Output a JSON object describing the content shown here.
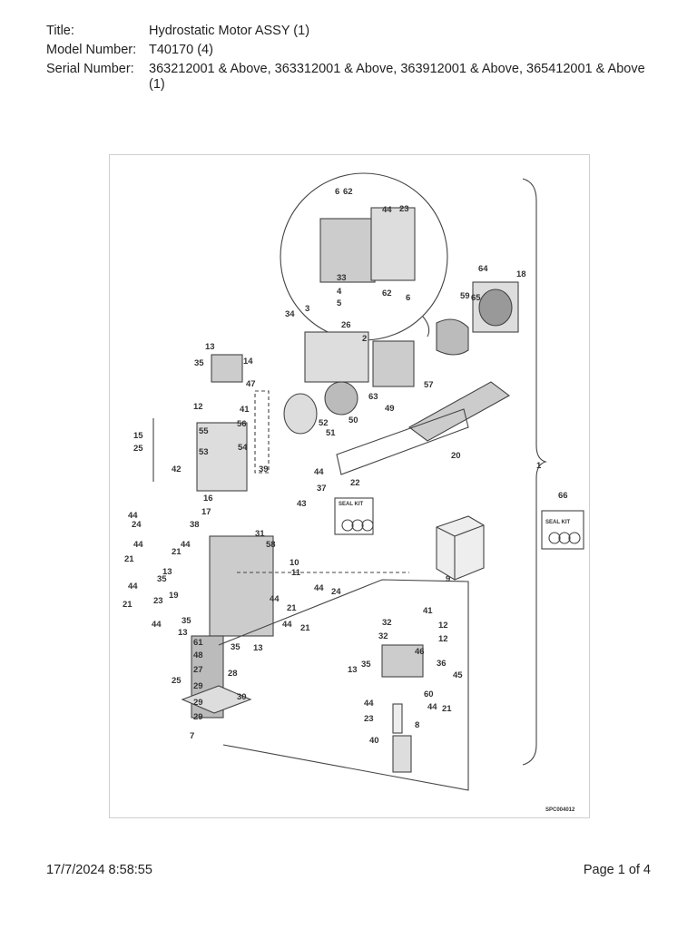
{
  "header": {
    "title_label": "Title:",
    "title_value": "Hydrostatic Motor ASSY (1)",
    "model_label": "Model Number:",
    "model_value": "T40170 (4)",
    "serial_label": "Serial Number:",
    "serial_value": "363212001 & Above, 363312001 & Above, 363912001 & Above, 365412001 & Above (1)"
  },
  "diagram": {
    "code": "SPC004012",
    "seal_kit_label": "SEAL KIT",
    "callouts": [
      "1",
      "2",
      "3",
      "4",
      "5",
      "6",
      "7",
      "8",
      "9",
      "10",
      "11",
      "12",
      "13",
      "14",
      "15",
      "16",
      "17",
      "18",
      "19",
      "20",
      "21",
      "22",
      "23",
      "24",
      "25",
      "26",
      "27",
      "28",
      "29",
      "30",
      "31",
      "32",
      "33",
      "34",
      "35",
      "36",
      "37",
      "38",
      "39",
      "40",
      "41",
      "42",
      "43",
      "44",
      "45",
      "46",
      "47",
      "50",
      "51",
      "52",
      "53",
      "54",
      "55",
      "56",
      "57",
      "58",
      "59",
      "60",
      "61",
      "62",
      "63",
      "64",
      "65",
      "66"
    ]
  },
  "footer": {
    "timestamp": "17/7/2024 8:58:55",
    "page": "Page 1 of 4"
  }
}
